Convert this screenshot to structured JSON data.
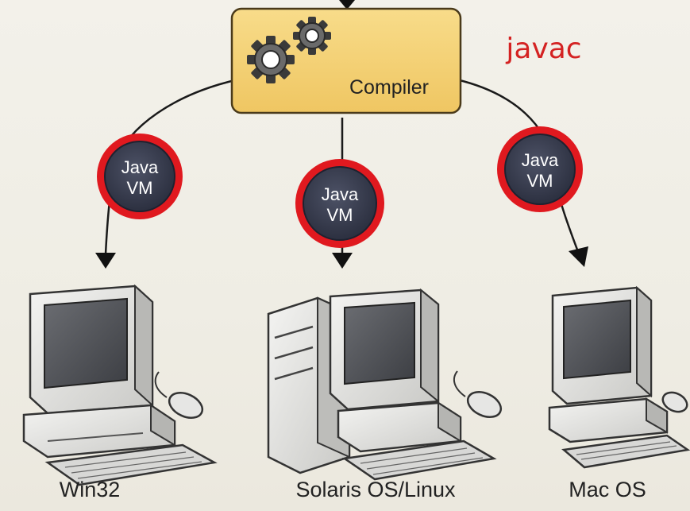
{
  "compiler": {
    "label": "Compiler",
    "annotation": "javac"
  },
  "vms": [
    {
      "line1": "Java",
      "line2": "VM"
    },
    {
      "line1": "Java",
      "line2": "VM"
    },
    {
      "line1": "Java",
      "line2": "VM"
    }
  ],
  "platforms": [
    {
      "label": "Win32"
    },
    {
      "label": "Solaris OS/Linux"
    },
    {
      "label": "Mac OS"
    }
  ],
  "colors": {
    "compiler_box": "#f5d277",
    "vm_circle": "#3a3f52",
    "vm_ring": "#e0191f",
    "annotation": "#d42222"
  },
  "icons": {
    "compiler": "gears-icon",
    "win32": "desktop-computer-icon",
    "solaris": "tower-computer-icon",
    "mac": "desktop-computer-icon"
  }
}
